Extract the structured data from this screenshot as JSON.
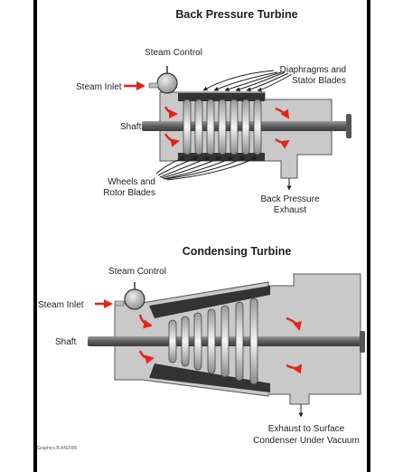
{
  "back_pressure": {
    "title": "Back Pressure Turbine",
    "steam_control": "Steam Control",
    "steam_inlet": "Steam Inlet",
    "diaphragms_line1": "Diaphragms and",
    "diaphragms_line2": "Stator Blades",
    "shaft": "Shaft",
    "wheels_line1": "Wheels and",
    "wheels_line2": "Rotor Blades",
    "exhaust_line1": "Back Pressure",
    "exhaust_line2": "Exhaust"
  },
  "condensing": {
    "title": "Condensing Turbine",
    "steam_control": "Steam Control",
    "steam_inlet": "Steam Inlet",
    "shaft": "Shaft",
    "exhaust_line1": "Exhaust to Surface",
    "exhaust_line2": "Condenser Under Vacuum"
  },
  "credit": "Graphics.B.AN2006",
  "colors": {
    "casing": "#c9c9c9",
    "dark": "#333333",
    "arrow": "#e32319",
    "shaft": "#6b6b6b"
  }
}
